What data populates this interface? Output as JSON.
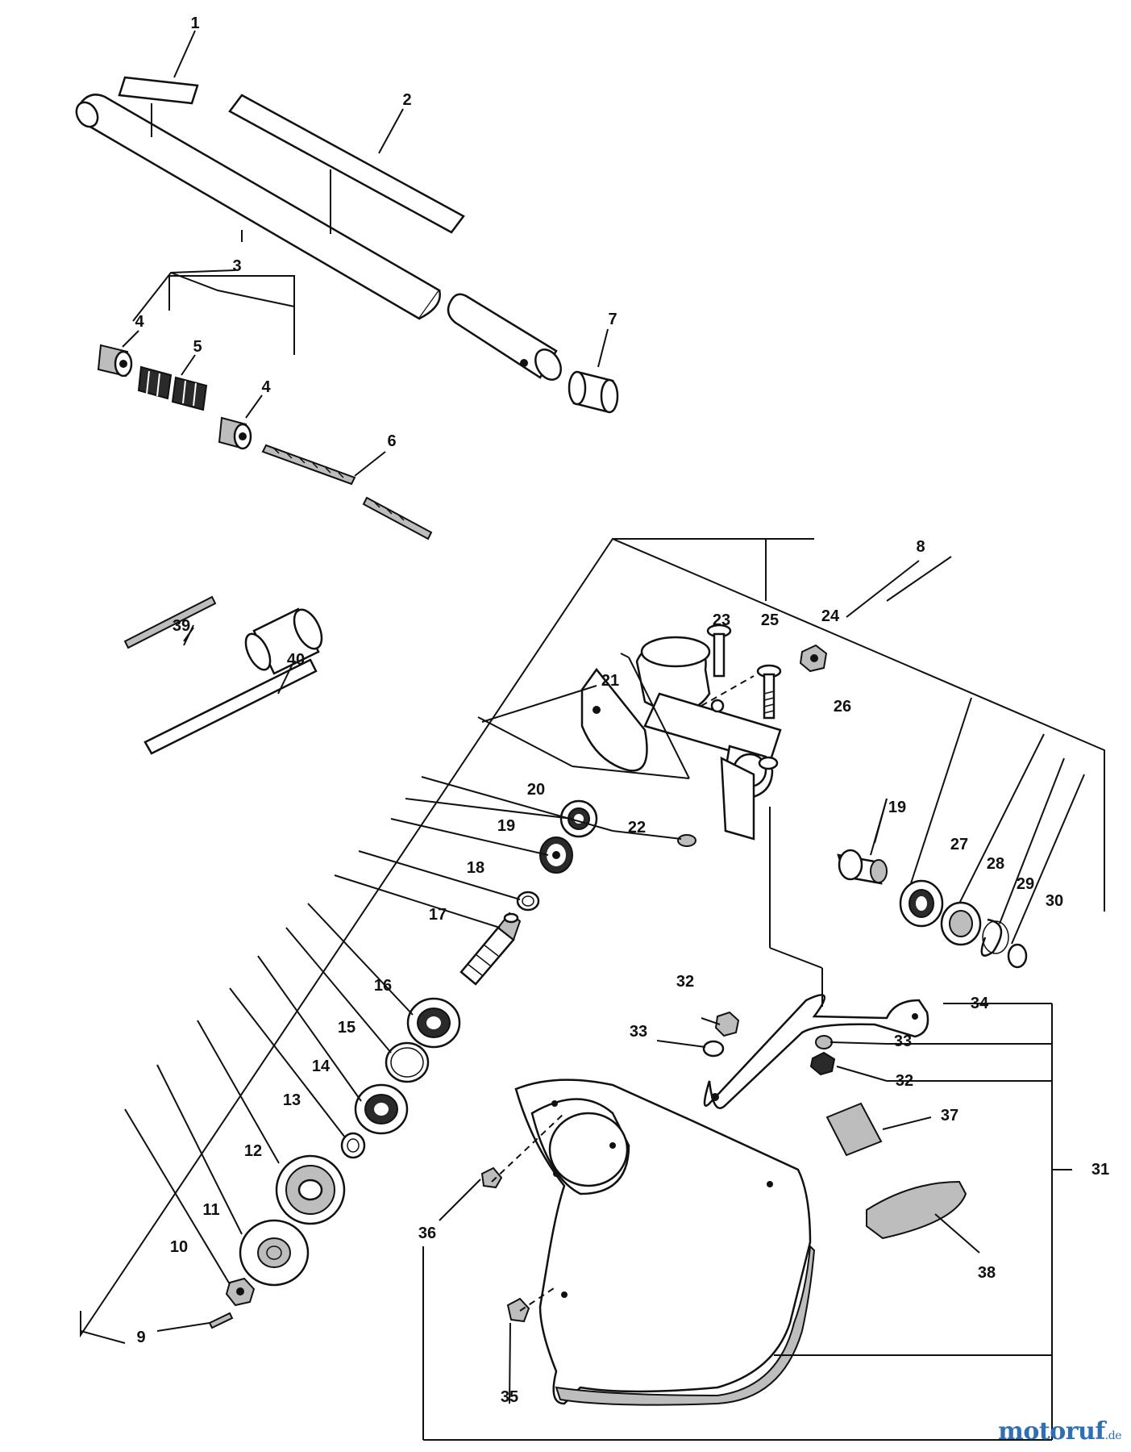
{
  "diagram": {
    "callouts": [
      "1",
      "2",
      "3",
      "4",
      "5",
      "4",
      "6",
      "7",
      "8",
      "9",
      "10",
      "11",
      "12",
      "13",
      "14",
      "15",
      "16",
      "17",
      "18",
      "19",
      "20",
      "21",
      "22",
      "23",
      "24",
      "25",
      "26",
      "19",
      "27",
      "28",
      "29",
      "30",
      "31",
      "32",
      "33",
      "33",
      "32",
      "34",
      "35",
      "36",
      "37",
      "38",
      "39",
      "40"
    ]
  },
  "watermark": {
    "name": "motoruf",
    "suffix": ".de"
  },
  "colors": {
    "ink": "#111111",
    "paper": "#ffffff",
    "watermark": "#2f6fb3"
  }
}
